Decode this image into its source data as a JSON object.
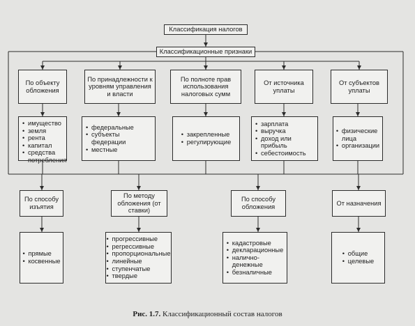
{
  "title": "Классификация налогов",
  "subtitle": "Классификационные признаки",
  "row1": [
    {
      "label": "По объекту обложения",
      "items": [
        "имущество",
        "земля",
        "рента",
        "капитал",
        "средства потребления"
      ]
    },
    {
      "label": "По принадлежности к уровням управления и власти",
      "items": [
        "федеральные",
        "субъекты федерации",
        "местные"
      ]
    },
    {
      "label": "По полноте прав использования налоговых сумм",
      "items": [
        "закрепленные",
        "регулирующие"
      ]
    },
    {
      "label": "От источника уплаты",
      "items": [
        "зарплата",
        "выручка",
        "доход или прибыль",
        "себестоимость"
      ]
    },
    {
      "label": "От субъектов уплаты",
      "items": [
        "физические лица",
        "организации"
      ]
    }
  ],
  "row2": [
    {
      "label": "По способу изъятия",
      "items": [
        "прямые",
        "косвенные"
      ]
    },
    {
      "label": "По методу обложения (от ставки)",
      "items": [
        "прогрессивные",
        "регрессивные",
        "пропорциональные",
        "линейные",
        "ступенчатые",
        "твердые"
      ]
    },
    {
      "label": "По способу обложения",
      "items": [
        "кадастровые",
        "декларационные",
        "налично-денежные",
        "безналичные"
      ]
    },
    {
      "label": "От назначения",
      "items": [
        "общие",
        "целевые"
      ]
    }
  ],
  "caption": {
    "prefix": "Рис. 1.7.",
    "text": "Классификационный состав налогов"
  }
}
